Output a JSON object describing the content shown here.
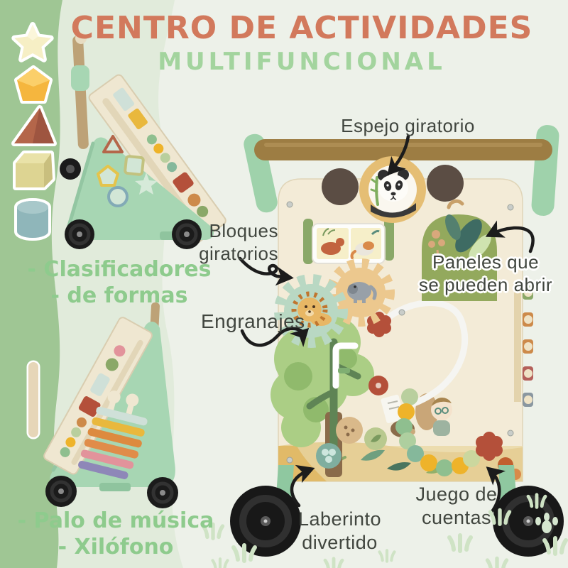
{
  "header": {
    "title": "CENTRO DE ACTIVIDADES",
    "subtitle": "MULTIFUNCIONAL"
  },
  "left_panel": {
    "shape_icons": [
      {
        "label": "star",
        "color": "#f6efc5"
      },
      {
        "label": "pentagon",
        "color": "#f5b63e"
      },
      {
        "label": "triangle",
        "color": "#b4664a"
      },
      {
        "label": "cube",
        "color": "#ddd492"
      },
      {
        "label": "cylinder",
        "color": "#8fb6ba"
      }
    ],
    "caption_shapes_line1": "- Clasificadores",
    "caption_shapes_line2": "- de formas",
    "caption_music_line1": "- Palo de música",
    "caption_music_line2": "- Xilófono"
  },
  "callouts": {
    "mirror": "Espejo giratorio",
    "blocks_line1": "Bloques",
    "blocks_line2": "giratorios",
    "panels_line1": "Paneles que",
    "panels_line2": "se pueden abrir",
    "gears": "Engranajes",
    "maze_line1": "Laberinto",
    "maze_line2": "divertido",
    "beads_line1": "Juego de",
    "beads_line2": "cuentas"
  },
  "colors": {
    "title": "#d2795c",
    "subtitle": "#a3d49e",
    "caption": "#8ecb8d",
    "ink": "#41463f",
    "band_dark": "#9fc694",
    "band_light": "#e1ebdb",
    "bg": "#edf1e9",
    "mint": "#a7d6b3",
    "panel_cream": "#f3ebd7",
    "wood": "#9d7d43",
    "wheel": "#1b1b1b",
    "grass": "#cfe3c5",
    "arrow": "#1c1c1c"
  }
}
